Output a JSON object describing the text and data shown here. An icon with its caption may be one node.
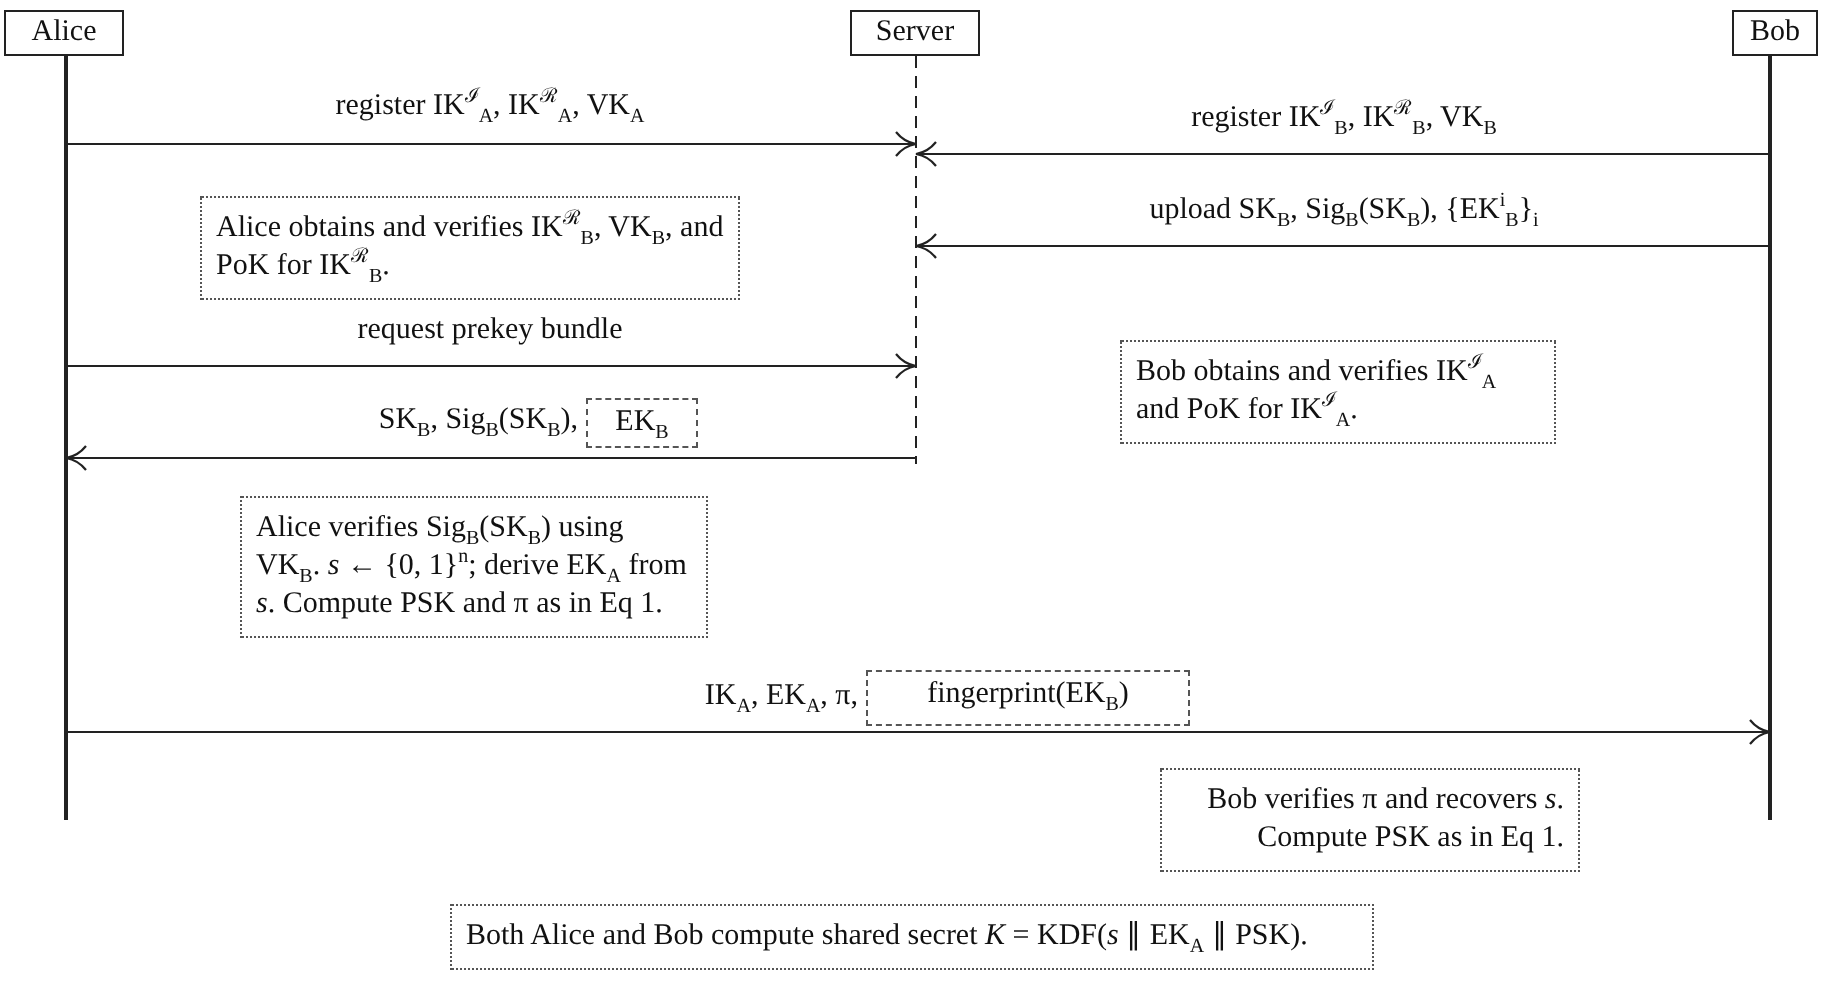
{
  "diagram": {
    "nodes": [
      {
        "text": [
          "Alice"
        ]
      },
      {
        "text": [
          "Server"
        ]
      },
      {
        "text": [
          "Bob"
        ]
      },
      {
        "text": [
          "Alice obtains and verifies IK$^{ℛ}$$_{B}$, VK$_{B}$, and PoK for IK$^{ℛ}$$_{B}$."
        ]
      },
      {
        "text": [
          "Bob obtains and verifies IK$^{ℐ}$$_{A}$ and PoK for IK$^{ℐ}$$_{A}$."
        ]
      },
      {
        "text": [
          "EK$_{B}$"
        ]
      },
      {
        "text": [
          "Alice verifies Sig$_{B}$(SK$_{B}$) using VK$_{B}$. *s* ← {0, 1}$^{n}$; derive EK$_{A}$ from *s*. Compute PSK and π as in Eq 1."
        ]
      },
      {
        "text": [
          "fingerprint(EK$_{B}$)"
        ]
      },
      {
        "text": [
          "Bob verifies π and recovers *s*. Compute PSK as in Eq 1."
        ]
      },
      {
        "text": [
          "Both Alice and Bob compute shared secret *K* = KDF(*s* ∥ EK$_{A}$ ∥ PSK)."
        ]
      }
    ],
    "edges": [
      {
        "from": 0,
        "to": 1,
        "arrow": "to",
        "label": "register IK$^{ℐ}$$_{A}$, IK$^{ℛ}$$_{A}$, VK$_{A}$"
      },
      {
        "from": 2,
        "to": 1,
        "arrow": "to",
        "label": "register IK$^{ℐ}$$_{B}$, IK$^{ℛ}$$_{B}$, VK$_{B}$"
      },
      {
        "from": 2,
        "to": 1,
        "arrow": "to",
        "label": "upload SK$_{B}$, Sig$_{B}$(SK$_{B}$), {EK$^{i}$$_{B}$}$_{i}$"
      },
      {
        "from": 0,
        "to": 1,
        "arrow": "to",
        "label": "request prekey bundle"
      },
      {
        "from": 1,
        "to": 0,
        "arrow": "to",
        "label": "SK$_{B}$, Sig$_{B}$(SK$_{B}$),"
      },
      {
        "from": 0,
        "to": 2,
        "arrow": "to",
        "label": "IK$_{A}$, EK$_{A}$, π,"
      }
    ]
  }
}
